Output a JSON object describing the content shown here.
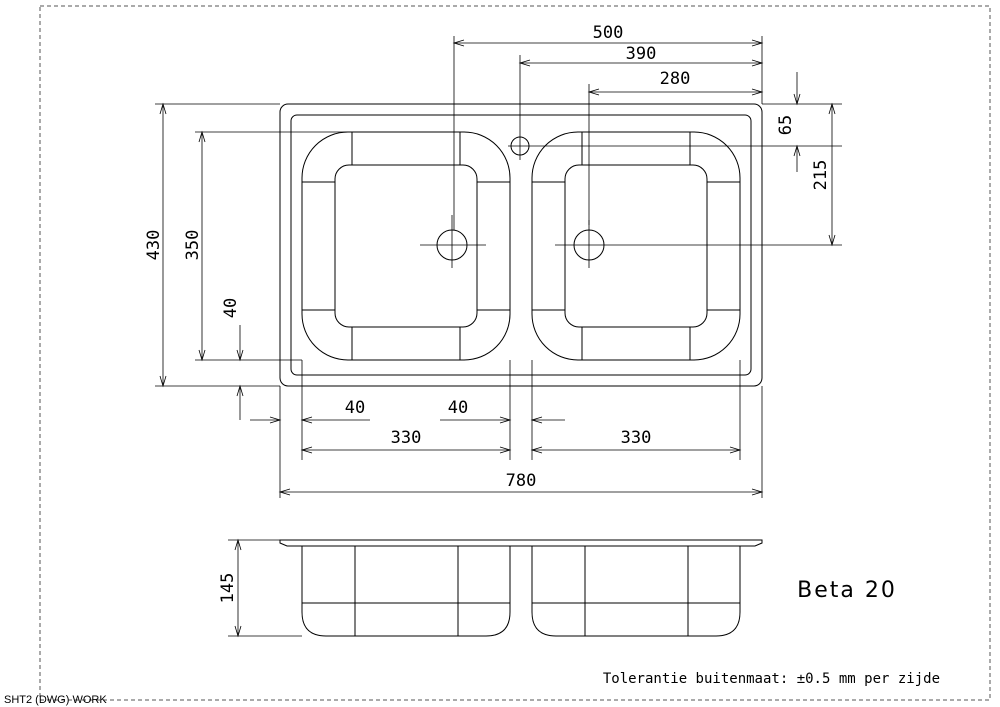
{
  "drawing": {
    "title": "Beta 20",
    "tolerance_note": "Tolerantie buitenmaat: ±0.5 mm per zijde",
    "footer_label": "SHT2 (DWG) WORK"
  },
  "dimensions": {
    "overall_width": "780",
    "waste_offset_500": "500",
    "tap_hole_390": "390",
    "waste_280": "280",
    "tap_hole_65": "65",
    "waste_depth_215": "215",
    "overall_depth": "430",
    "bowl_depth": "350",
    "rim_40_vertical": "40",
    "rim_40_left": "40",
    "divider_40": "40",
    "bowl_width_left": "330",
    "bowl_width_right": "330",
    "bowl_height": "145"
  }
}
